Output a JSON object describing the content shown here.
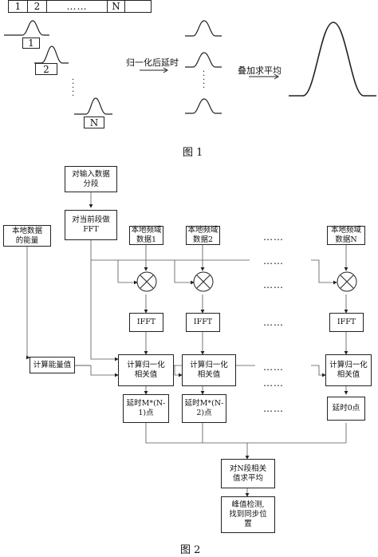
{
  "fig1": {
    "caption": "图 1",
    "bar_cells": [
      "1",
      "2",
      "……",
      "N",
      ""
    ],
    "seg_labels": [
      "1",
      "2",
      "N"
    ],
    "arrow1_label": "归一化后延时",
    "arrow2_label": "叠加求平均"
  },
  "fig2": {
    "caption": "图 2",
    "split": "对输入数据\n分段",
    "fft": "对当前段做\nFFT",
    "local_energy": "本地数据\n的能量",
    "freq": [
      "本地频域\n数据1",
      "本地频域\n数据2",
      "本地频域\n数据N"
    ],
    "ifft": "IFFT",
    "energy_calc": "计算能量值",
    "norm_corr": "计算归一化\n相关值",
    "delays": [
      "延时M*(N-\n1)点",
      "延时M*(N-\n2)点",
      "延时0点"
    ],
    "average": "对N段相关\n值求平均",
    "peak": "峰值检测,\n找到同步位\n置",
    "ellipsis": "……"
  }
}
